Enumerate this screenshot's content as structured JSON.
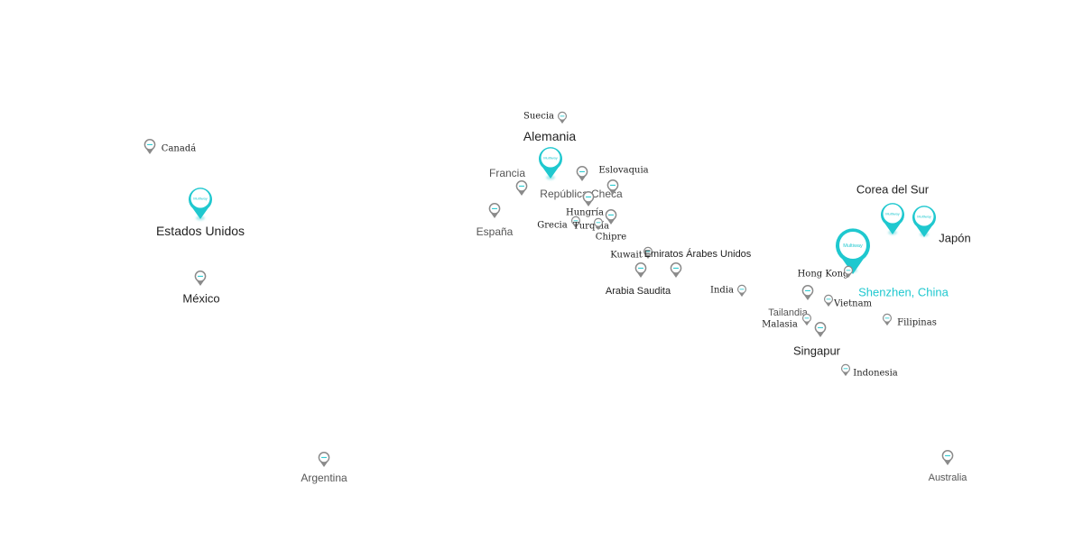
{
  "brand_text": "Multiway",
  "colors": {
    "accent": "#1fc8cf",
    "small_pin": "#8a8a8a",
    "text_dark": "#222222",
    "text_gray": "#555555"
  },
  "headquarters": {
    "label": "Shenzhen, China"
  },
  "locations": {
    "canada": "Canadá",
    "usa": "Estados Unidos",
    "mexico": "México",
    "argentina": "Argentina",
    "suecia": "Suecia",
    "alemania": "Alemania",
    "francia": "Francia",
    "espana": "España",
    "rep_checa": "República Checa",
    "eslovaquia": "Eslovaquia",
    "hungria": "Hungría",
    "grecia": "Grecia",
    "turquia": "Turquía",
    "chipre": "Chipre",
    "kuwait": "Kuwait",
    "emiratos": "Emiratos Árabes Unidos",
    "arabia": "Arabia Saudita",
    "india": "India",
    "corea": "Corea del Sur",
    "japon": "Japón",
    "hongkong": "Hong Kong",
    "tailandia": "Tailandia",
    "vietnam": "Vietnam",
    "malasia": "Malasia",
    "filipinas": "Filipinas",
    "singapur": "Singapur",
    "indonesia": "Indonesia",
    "australia": "Australia"
  }
}
